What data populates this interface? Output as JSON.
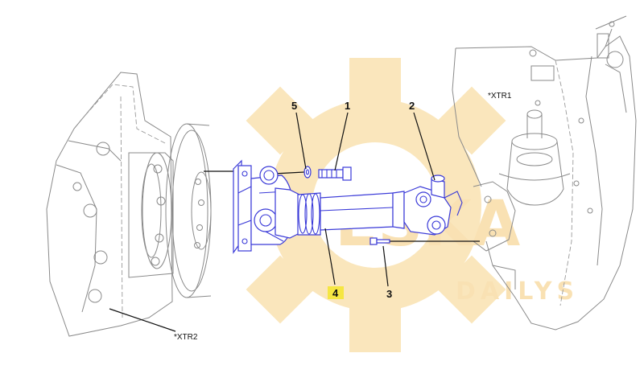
{
  "diagram": {
    "callouts": {
      "c1": "1",
      "c2": "2",
      "c3": "3",
      "c4": "4",
      "c5": "5"
    },
    "refs": {
      "xtr1": "*XTR1",
      "xtr2": "*XTR2"
    },
    "highlight_color": "#f5e642",
    "part_color": "#3a3ad8"
  },
  "watermark": {
    "brand": "ESKA",
    "sub": "DAILYS",
    "color": "#f3c86a"
  }
}
